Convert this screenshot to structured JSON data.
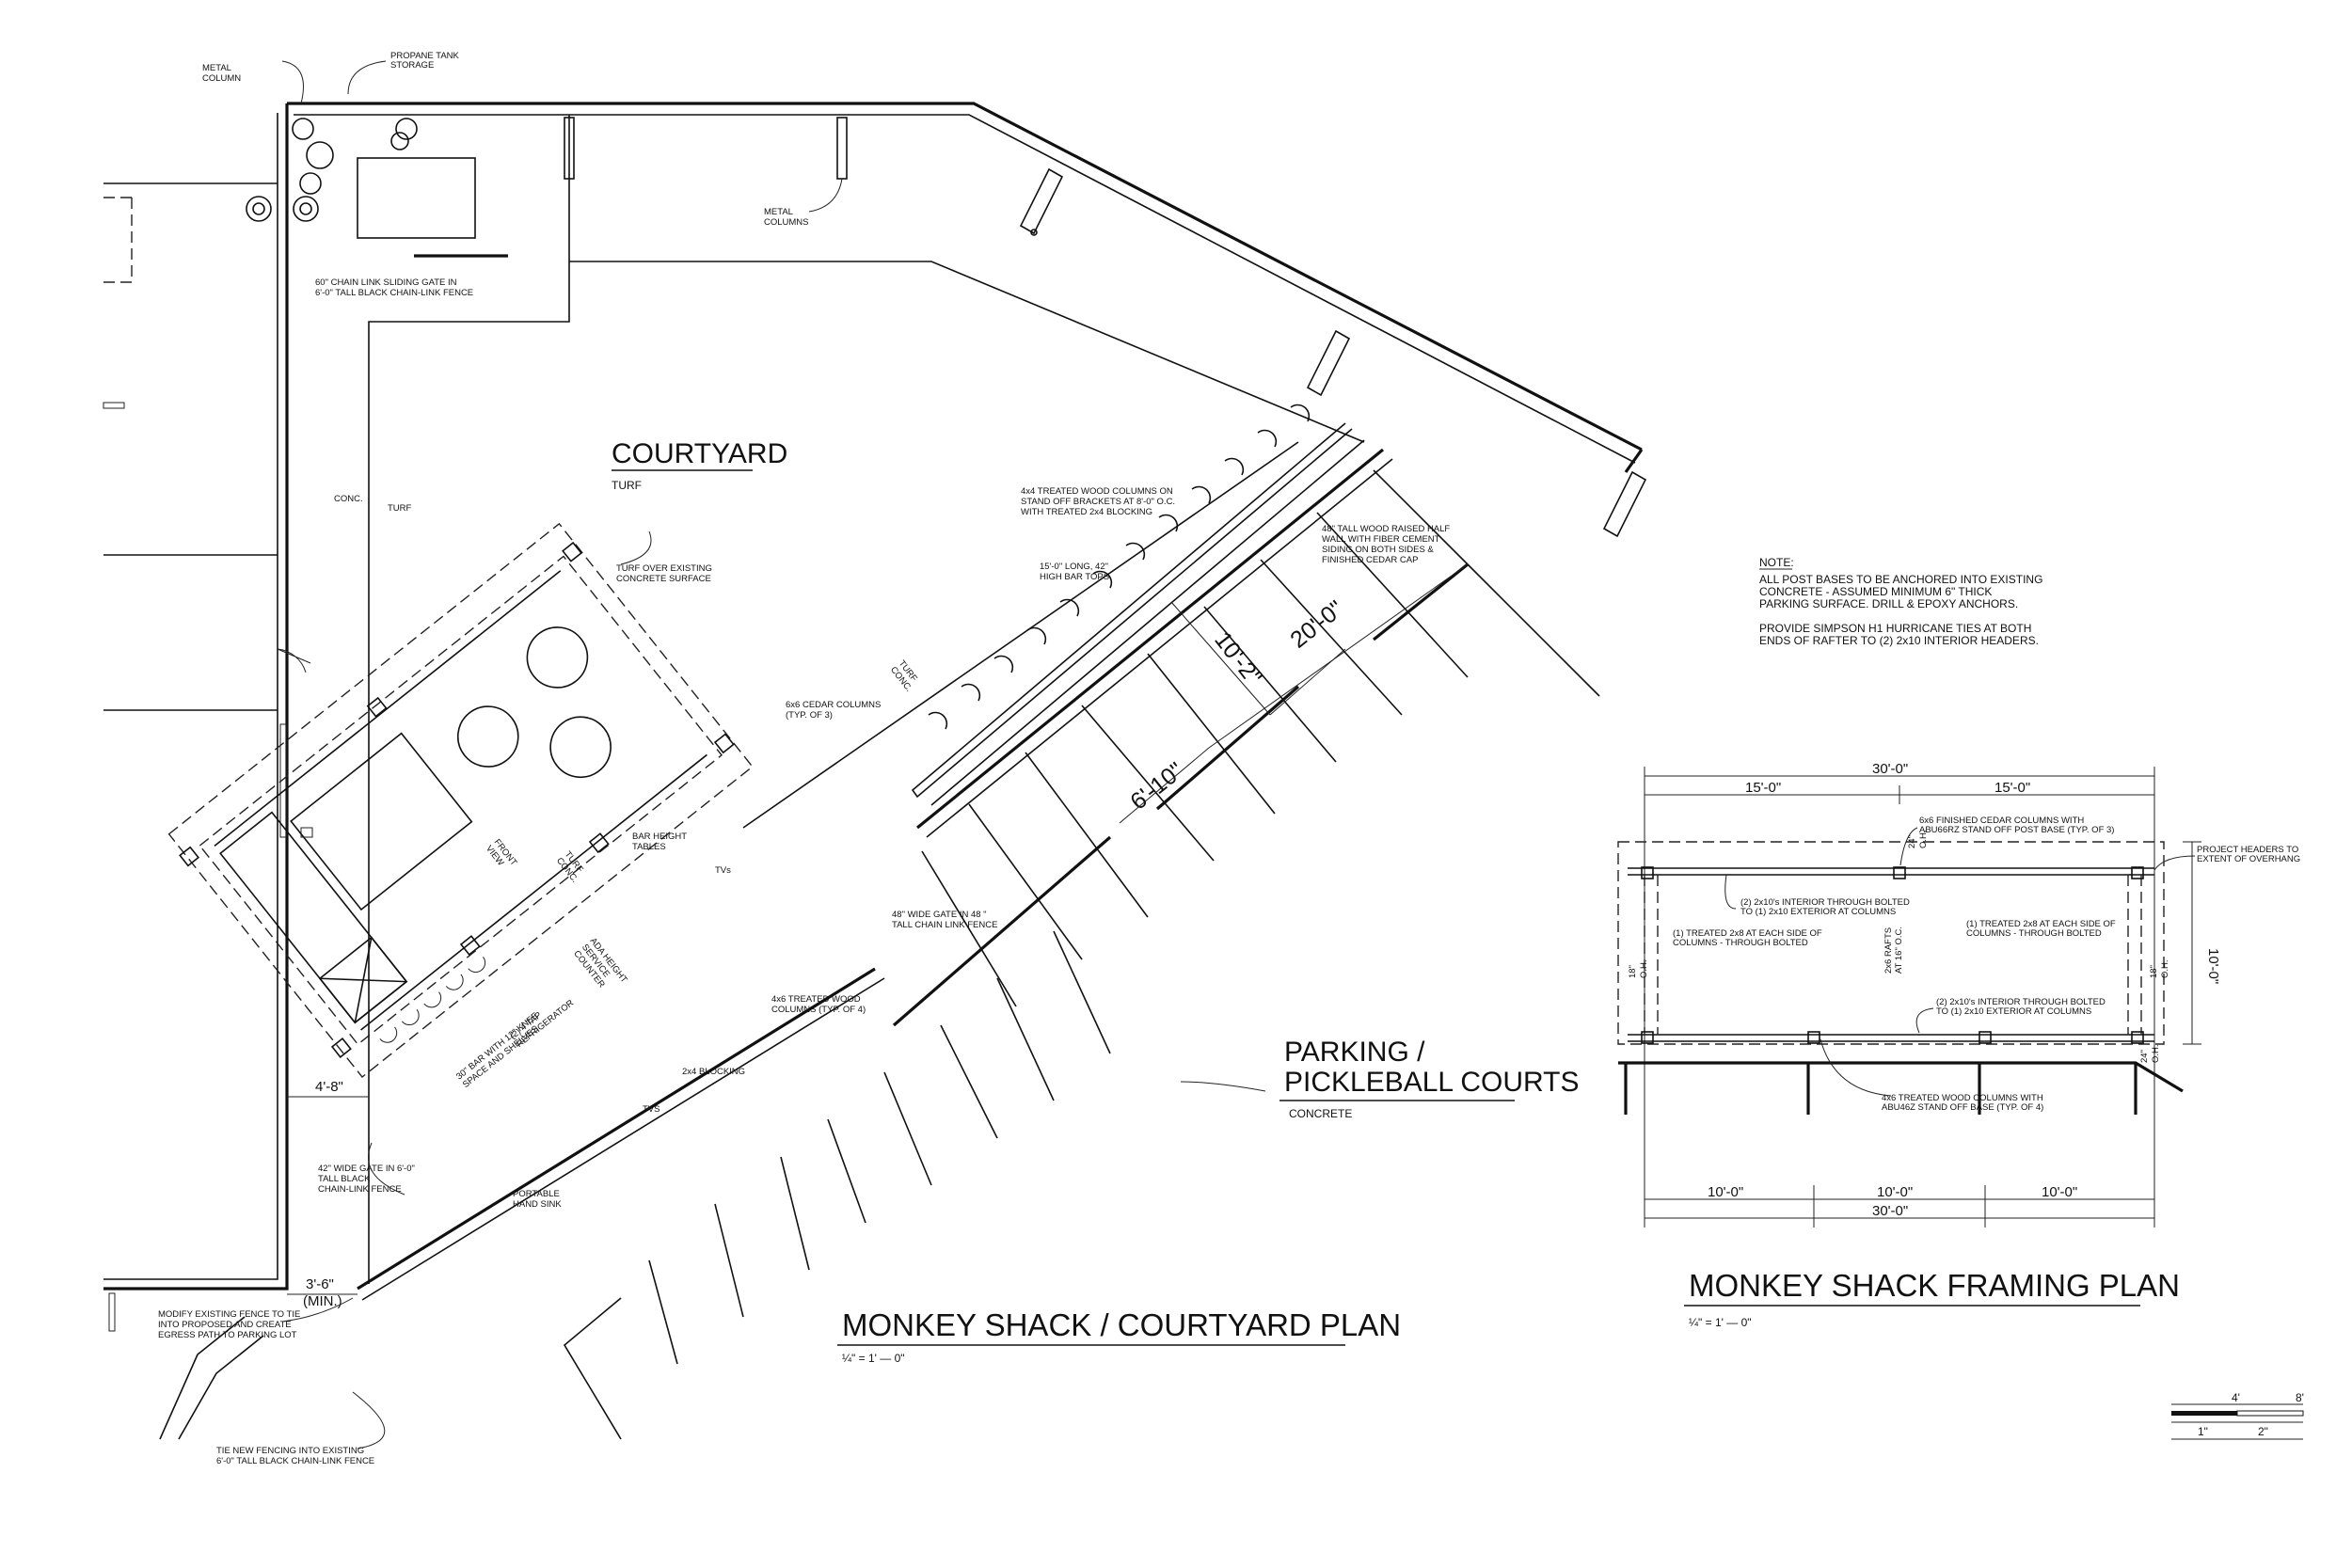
{
  "courtyard_plan": {
    "courtyard_title": "COURTYARD",
    "courtyard_sub": "TURF",
    "parking_title_1": "PARKING /",
    "parking_title_2": "PICKLEBALL COURTS",
    "parking_sub": "CONCRETE",
    "title": "MONKEY SHACK / COURTYARD PLAN",
    "scale": "¼\" = 1' — 0\"",
    "labels": {
      "metal_column": [
        "METAL",
        "COLUMN"
      ],
      "propane": [
        "PROPANE TANK",
        "STORAGE"
      ],
      "metal_columns": [
        "METAL",
        "COLUMNS"
      ],
      "sliding_gate": [
        "60\" CHAIN LINK SLIDING GATE IN",
        "6'-0\" TALL BLACK CHAIN-LINK FENCE"
      ],
      "conc": "CONC.",
      "turf": "TURF",
      "turf_over": [
        "TURF OVER EXISTING",
        "CONCRETE SURFACE"
      ],
      "wood_cols": [
        "4x4 TREATED WOOD COLUMNS ON",
        "STAND OFF BRACKETS AT 8'-0\" O.C.",
        "WITH TREATED 2x4 BLOCKING"
      ],
      "half_wall": [
        "48\" TALL WOOD RAISED HALF",
        "WALL WITH FIBER CEMENT",
        "SIDING ON BOTH SIDES &",
        "FINISHED CEDAR CAP"
      ],
      "bar_tops": [
        "15'-0\" LONG, 42\"",
        "HIGH BAR TOPS"
      ],
      "cedar_cols": [
        "6x6 CEDAR COLUMNS",
        "(TYP. OF 3)"
      ],
      "bar_height": [
        "BAR HEIGHT",
        "TABLES"
      ],
      "tvs_top": "TVs",
      "gate_48": [
        "48\" WIDE GATE IN 48 \"",
        "TALL CHAIN LINK FENCE"
      ],
      "treated_4x6": [
        "4x6 TREATED WOOD",
        "COLUMNS (TYP. OF 4)"
      ],
      "blocking": "2x4 BLOCKING",
      "tvs_bottom": "TVS",
      "gate_42": [
        "42\" WIDE GATE IN 6'-0\"",
        "TALL BLACK",
        "CHAIN-LINK FENCE"
      ],
      "hand_sink": [
        "PORTABLE",
        "HAND SINK"
      ],
      "modify_fence": [
        "MODIFY EXISTING FENCE TO TIE",
        "INTO PROPOSED AND CREATE",
        "EGRESS PATH TO PARKING LOT"
      ],
      "tie_fencing": [
        "TIE NEW FENCING INTO EXISTING",
        "6'-0\" TALL BLACK CHAIN-LINK FENCE"
      ],
      "front_view": [
        "FRONT",
        "VIEW"
      ],
      "ada": [
        "ADA HEIGHT",
        "SERVICE",
        "COUNTER"
      ],
      "bar_knee": [
        "30\" BAR WITH 12\" KNEE",
        "SPACE AND SHELVES"
      ],
      "tap_fridge": [
        "(2) 4 TAP",
        "REFRIGERATOR"
      ],
      "turf_conc_a": [
        "TURF",
        "CONC."
      ],
      "turf_conc_b": [
        "TURF",
        "CONC."
      ]
    },
    "dims": {
      "d_10_2": "10'-2\"",
      "d_20_0": "20'-0\"",
      "d_6_10": "6'-10\"",
      "d_4_8": "4'-8\"",
      "d_3_6": "3'-6\"",
      "d_min": "(MIN.)"
    }
  },
  "notes": {
    "heading": "NOTE:",
    "lines": [
      "ALL POST BASES TO BE ANCHORED INTO EXISTING",
      "CONCRETE - ASSUMED MINIMUM 6\" THICK",
      "PARKING SURFACE. DRILL & EPOXY ANCHORS.",
      "",
      "PROVIDE SIMPSON H1 HURRICANE TIES AT BOTH",
      "ENDS OF RAFTER TO (2) 2x10 INTERIOR HEADERS."
    ]
  },
  "framing_plan": {
    "title": "MONKEY SHACK FRAMING PLAN",
    "scale": "¼\" = 1' — 0\"",
    "dims": {
      "top_total": "30'-0\"",
      "top_left": "15'-0\"",
      "top_right": "15'-0\"",
      "bottom_a": "10'-0\"",
      "bottom_b": "10'-0\"",
      "bottom_c": "10'-0\"",
      "bottom_total": "30'-0\"",
      "right_depth": "10'-0\"",
      "oh_24_top": "24\"",
      "oh_24_bot": "24\"",
      "oh_18_left": "18\"",
      "oh_18_right": "18\"",
      "oh": "O.H."
    },
    "labels": {
      "cedar_cols": [
        "6x6 FINISHED CEDAR COLUMNS WITH",
        "ABU66RZ STAND OFF POST BASE (TYP. OF 3)"
      ],
      "project_headers": [
        "PROJECT HEADERS TO",
        "EXTENT OF OVERHANG"
      ],
      "top_header": [
        "(2) 2x10's INTERIOR THROUGH BOLTED",
        "TO (1) 2x10 EXTERIOR AT COLUMNS"
      ],
      "left_2x8": [
        "(1) TREATED 2x8 AT EACH SIDE OF",
        "COLUMNS - THROUGH BOLTED"
      ],
      "right_2x8": [
        "(1) TREATED 2x8 AT EACH SIDE OF",
        "COLUMNS - THROUGH BOLTED"
      ],
      "rafts": [
        "2x6 RAFTS",
        "AT 16\" O.C."
      ],
      "bottom_header": [
        "(2) 2x10's INTERIOR THROUGH BOLTED",
        "TO (1) 2x10 EXTERIOR AT COLUMNS"
      ],
      "wood_cols": [
        "4x6 TREATED WOOD COLUMNS WITH",
        "ABU46Z STAND OFF BASE (TYP. OF 4)"
      ]
    }
  },
  "scale_bar": {
    "top_a": "4'",
    "top_b": "8'",
    "bottom_a": "1\"",
    "bottom_b": "2\""
  }
}
